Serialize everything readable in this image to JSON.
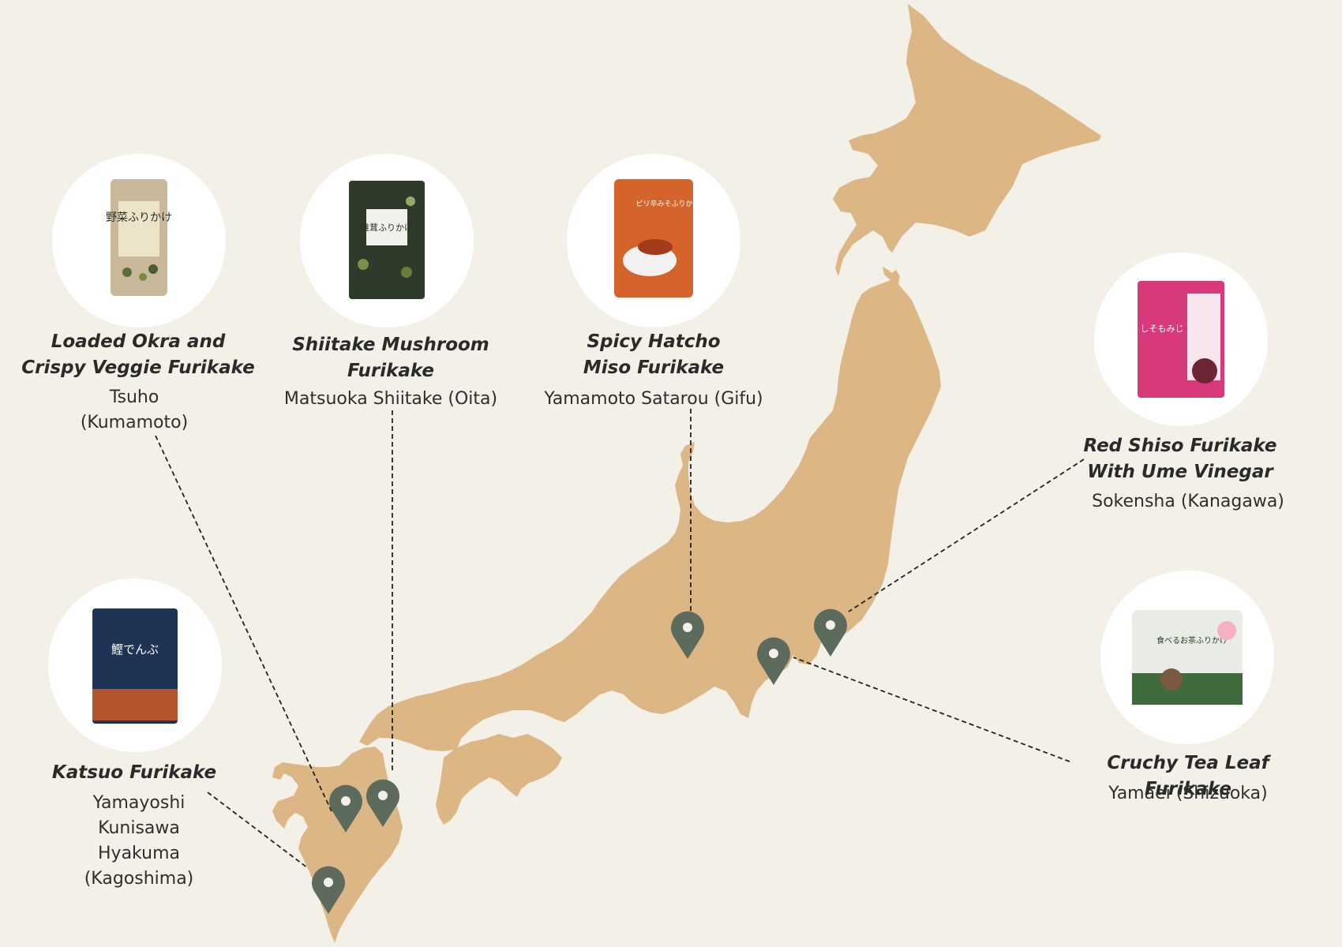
{
  "colors": {
    "background": "#f3f0e7",
    "land": "#dcb684",
    "pin": "#5c6b5b",
    "text": "#2a2a2a"
  },
  "products": [
    {
      "id": "okra",
      "title_lines": [
        "Loaded Okra and",
        "Crispy Veggie Furikake"
      ],
      "maker_lines": [
        "Tsuho",
        "(Kumamoto)"
      ],
      "package_label": "野菜ふりかけ",
      "package_color": "#c9b99a"
    },
    {
      "id": "shiitake",
      "title_lines": [
        "Shiitake Mushroom",
        "Furikake"
      ],
      "maker_lines": [
        "Matsuoka Shiitake (Oita)"
      ],
      "package_label": "椎茸ふりかけ",
      "package_color": "#2f3b2a"
    },
    {
      "id": "miso",
      "title_lines": [
        "Spicy Hatcho",
        "Miso Furikake"
      ],
      "maker_lines": [
        "Yamamoto Satarou (Gifu)"
      ],
      "package_label": "ピリ辛みそふりかけ",
      "package_color": "#d4642c"
    },
    {
      "id": "shiso",
      "title_lines": [
        "Red Shiso Furikake",
        "With Ume Vinegar"
      ],
      "maker_lines": [
        "Sokensha (Kanagawa)"
      ],
      "package_label": "しそもみじ",
      "package_color": "#d8397a"
    },
    {
      "id": "katsuo",
      "title_lines": [
        "Katsuo Furikake"
      ],
      "maker_lines": [
        "Yamayoshi",
        "Kunisawa",
        "Hyakuma",
        "(Kagoshima)"
      ],
      "package_label": "鰹でんぶ",
      "package_color": "#1f3354"
    },
    {
      "id": "tea",
      "title_lines": [
        "Cruchy Tea Leaf Furikake"
      ],
      "maker_lines": [
        "Yamaei (Shizuoka)"
      ],
      "package_label": "食べるお茶ふりかけ",
      "package_color": "#e9ece4"
    }
  ]
}
